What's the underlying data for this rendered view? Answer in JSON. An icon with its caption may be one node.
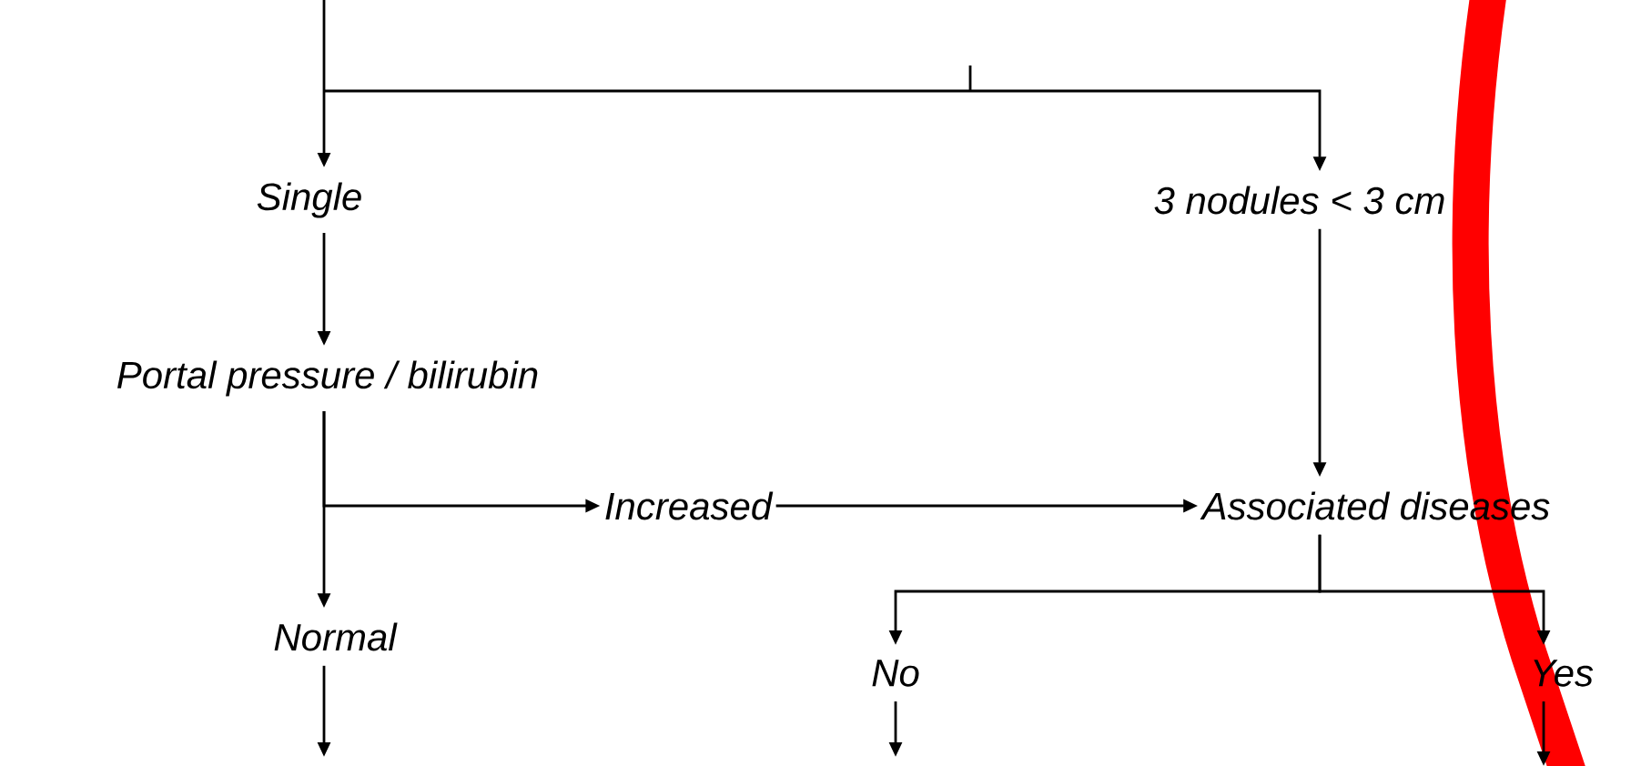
{
  "diagram": {
    "nodes": [
      {
        "text": [
          "Single"
        ]
      },
      {
        "text": [
          "3 nodules < 3 cm"
        ]
      },
      {
        "text": [
          "Portal pressure / bilirubin"
        ]
      },
      {
        "text": [
          "Increased"
        ]
      },
      {
        "text": [
          "Associated diseases"
        ]
      },
      {
        "text": [
          "Normal"
        ]
      },
      {
        "text": [
          "No"
        ]
      },
      {
        "text": [
          "Yes"
        ]
      }
    ],
    "edges": [
      {
        "from": null,
        "to": 0,
        "arrow": "to"
      },
      {
        "from": null,
        "to": 1,
        "arrow": "to"
      },
      {
        "from": 0,
        "to": 2,
        "arrow": "to"
      },
      {
        "from": 1,
        "to": 4,
        "arrow": "to"
      },
      {
        "from": 2,
        "to": 3,
        "arrow": "to"
      },
      {
        "from": 2,
        "to": 5,
        "arrow": "to"
      },
      {
        "from": 3,
        "to": 4,
        "arrow": "to"
      },
      {
        "from": 4,
        "to": 6,
        "arrow": "to"
      },
      {
        "from": 4,
        "to": 7,
        "arrow": "to"
      },
      {
        "from": 5,
        "to": null,
        "arrow": "to"
      },
      {
        "from": 6,
        "to": null,
        "arrow": "to"
      },
      {
        "from": 7,
        "to": null,
        "arrow": "to"
      }
    ]
  }
}
